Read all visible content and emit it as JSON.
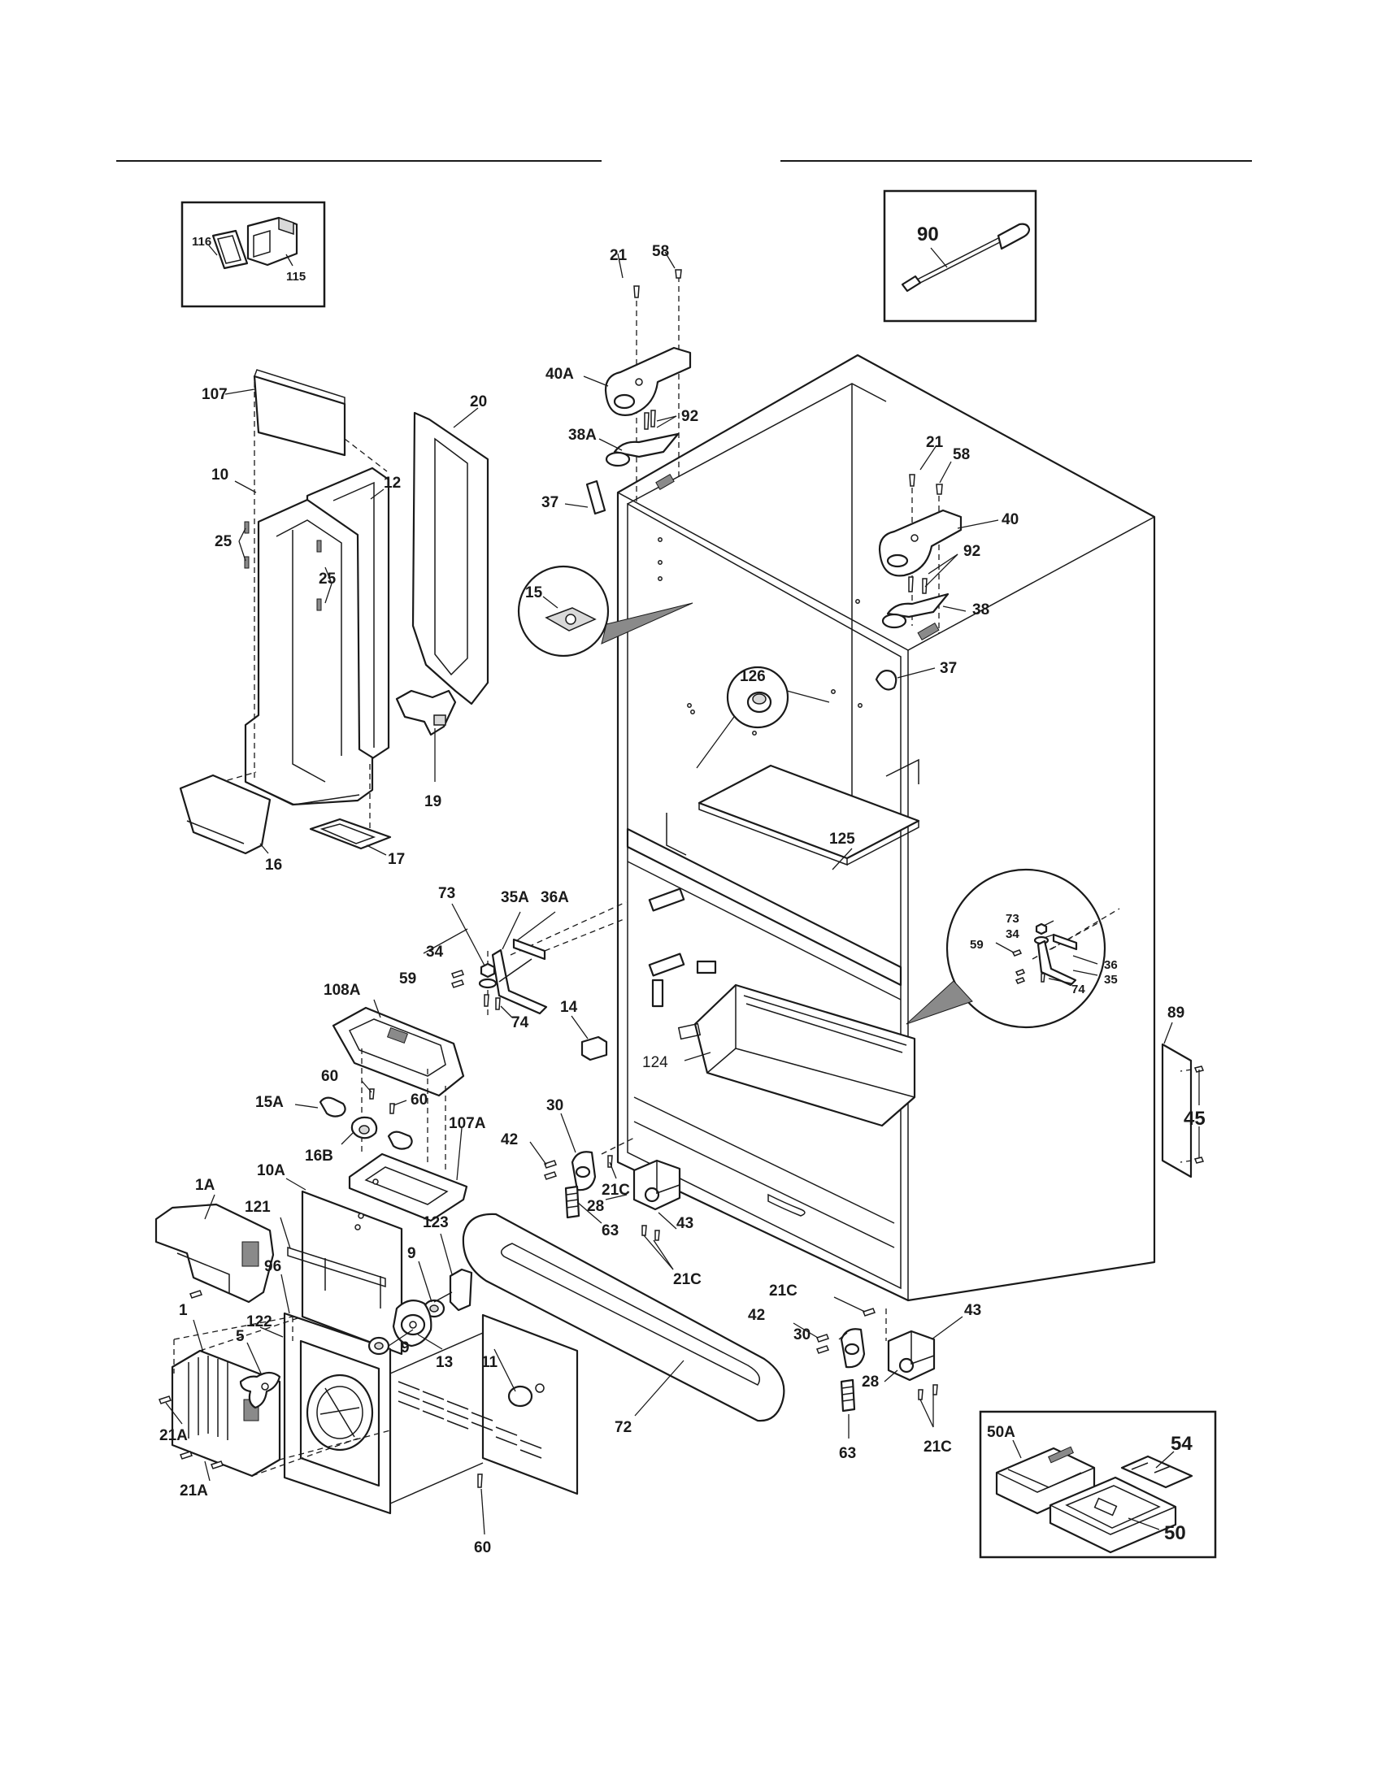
{
  "labels": {
    "l116": "116",
    "l115": "115",
    "l90": "90",
    "l21a": "21",
    "l58a": "58",
    "l40A": "40A",
    "l38A": "38A",
    "l92a": "92",
    "l21b": "21",
    "l58b": "58",
    "l40": "40",
    "l92b": "92",
    "l38": "38",
    "l37a": "37",
    "l37b": "37",
    "l15": "15",
    "l126": "126",
    "l107": "107",
    "l20": "20",
    "l10": "10",
    "l12": "12",
    "l25a": "25",
    "l25b": "25",
    "l19": "19",
    "l16": "16",
    "l17": "17",
    "l125": "125",
    "l73a": "73",
    "l35A": "35A",
    "l36A": "36A",
    "l34a": "34",
    "l59a": "59",
    "l74a": "74",
    "l73b": "73",
    "l34b": "34",
    "l59b": "59",
    "l36": "36",
    "l35": "35",
    "l74b": "74",
    "l89": "89",
    "l45": "45",
    "l108A": "108A",
    "l14": "14",
    "l124": "124",
    "l60a": "60",
    "l60b": "60",
    "l15A": "15A",
    "l16B": "16B",
    "l107A": "107A",
    "l30a": "30",
    "l42a": "42",
    "l21Ca": "21C",
    "l28a": "28",
    "l63a": "63",
    "l43a": "43",
    "l21Cb": "21C",
    "l1A": "1A",
    "l10A": "10A",
    "l121": "121",
    "l123": "123",
    "l9a": "9",
    "l96": "96",
    "l122": "122",
    "l1": "1",
    "l5": "5",
    "l9b": "9",
    "l13": "13",
    "l11": "11",
    "l21Aa": "21A",
    "l21Ab": "21A",
    "l72": "72",
    "l60c": "60",
    "l21Cc": "21C",
    "l42b": "42",
    "l30b": "30",
    "l43b": "43",
    "l28b": "28",
    "l63b": "63",
    "l21Cd": "21C",
    "l50A": "50A",
    "l54": "54",
    "l50": "50"
  },
  "colors": {
    "ink": "#1a1a1a",
    "paper": "#ffffff",
    "shade": "#8a8a8a"
  }
}
